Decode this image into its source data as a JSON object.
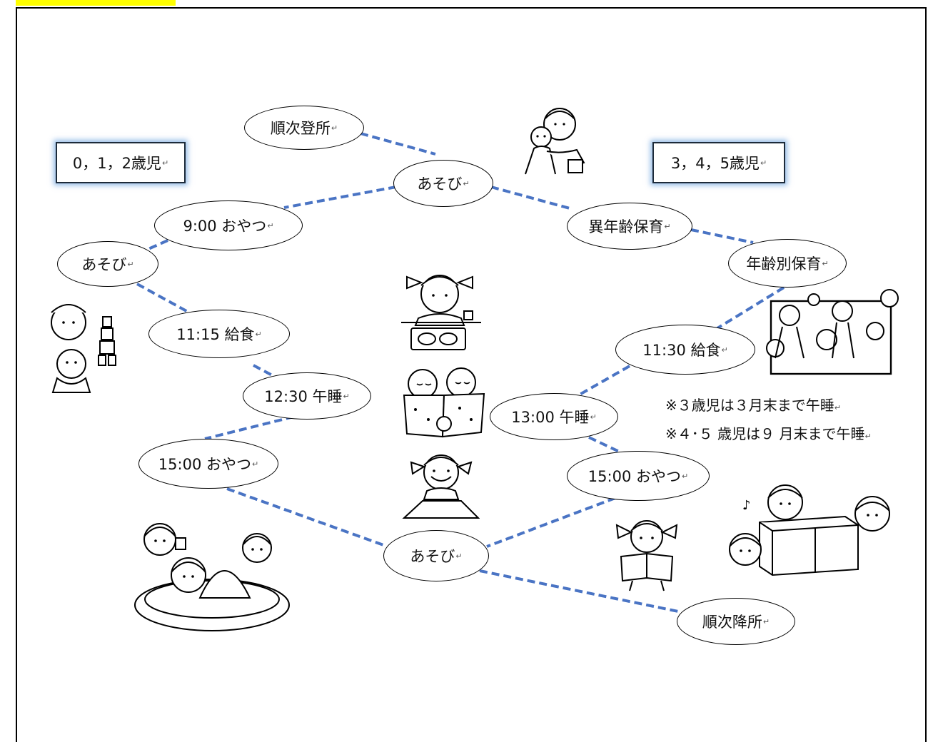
{
  "groups": {
    "left": "0，1，2歳児",
    "right": "3，4，5歳児"
  },
  "nodes": {
    "arrival": "順次登所",
    "play_top": "あそび",
    "left_snack_am": "9:00 おやつ",
    "left_play": "あそび",
    "left_lunch": "11:15 給食",
    "left_nap": "12:30 午睡",
    "left_snack_pm": "15:00 おやつ",
    "right_mixed": "異年齢保育",
    "right_age": "年齢別保育",
    "right_lunch": "11:30 給食",
    "right_nap": "13:00 午睡",
    "right_snack_pm": "15:00 おやつ",
    "play_bottom": "あそび",
    "departure": "順次降所"
  },
  "notes": [
    "※３歳児は３月末まで午睡",
    "※４･５ 歳児は９ 月末まで午睡"
  ],
  "return_mark": "↵",
  "colors": {
    "link": "#4a74c4",
    "highlight": "#ffff00",
    "label_glow": "#7aaae1"
  },
  "illustrations": [
    "teacher-child-icon",
    "children-blocks-icon",
    "child-eating-icon",
    "children-sleeping-icon",
    "child-drawing-icon",
    "children-sandbox-icon",
    "children-playing-icon",
    "child-reading-icon",
    "children-box-play-icon"
  ]
}
